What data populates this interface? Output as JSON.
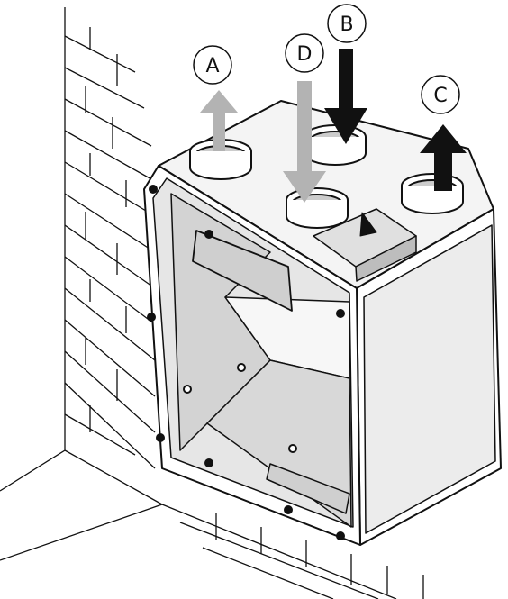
{
  "labels": {
    "a": "A",
    "b": "B",
    "c": "C",
    "d": "D"
  },
  "airflow": {
    "a": "up",
    "b": "down",
    "c": "up",
    "d": "down"
  },
  "colors": {
    "outline": "#111111",
    "panel_light": "#f2f2f2",
    "panel_mid": "#dcdcdc",
    "arrow_grey": "#b3b3b3",
    "arrow_black": "#111111"
  }
}
